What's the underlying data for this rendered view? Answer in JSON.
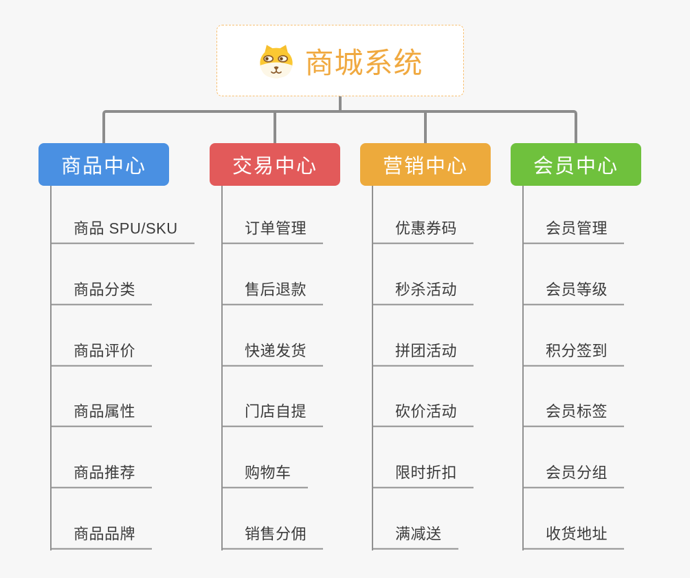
{
  "app": {
    "background_color": "#f7f7f7",
    "connector_color": "#8c8c8c",
    "line_color": "#909090"
  },
  "root": {
    "title": "商城系统",
    "icon": "dog-mascot-icon",
    "text_color": "#f0a940",
    "border_color": "#f7be6e"
  },
  "branches": [
    {
      "id": "product-center",
      "label": "商品中心",
      "color": "#4a90e2",
      "items": [
        "商品 SPU/SKU",
        "商品分类",
        "商品评价",
        "商品属性",
        "商品推荐",
        "商品品牌"
      ]
    },
    {
      "id": "trade-center",
      "label": "交易中心",
      "color": "#e25a5a",
      "items": [
        "订单管理",
        "售后退款",
        "快递发货",
        "门店自提",
        "购物车",
        "销售分佣"
      ]
    },
    {
      "id": "marketing-center",
      "label": "营销中心",
      "color": "#edaa3c",
      "items": [
        "优惠券码",
        "秒杀活动",
        "拼团活动",
        "砍价活动",
        "限时折扣",
        "满减送"
      ]
    },
    {
      "id": "member-center",
      "label": "会员中心",
      "color": "#6fc13d",
      "items": [
        "会员管理",
        "会员等级",
        "积分签到",
        "会员标签",
        "会员分组",
        "收货地址"
      ]
    }
  ]
}
